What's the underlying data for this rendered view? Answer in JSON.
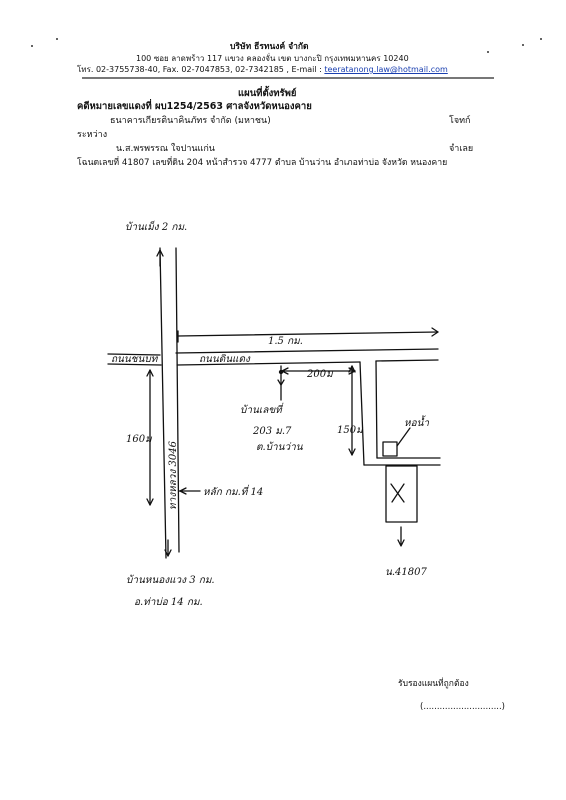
{
  "company": {
    "name": "บริษัท ธีรทนงค์ จำกัด",
    "address": "100 ซอย ลาดพร้าว 117 แขวง คลองจั่น เขต บางกะปิ กรุงเทพมหานคร 10240",
    "contact_prefix": "โทร. 02-3755738-40, Fax. 02-7047853, 02-7342185 , E-mail :",
    "email": "teeratanong.law@hotmail.com"
  },
  "doc": {
    "title": "แผนที่ตั้งทรัพย์",
    "case_line": "คดีหมายเลขแดงที่ ผบ1254/2563 ศาลจังหวัดหนองคาย",
    "plaintiff": "ธนาคารเกียรตินาคินภัทร จำกัด (มหาชน)",
    "plaintiff_role": "โจทก์",
    "between": "ระหว่าง",
    "defendant": "น.ส.พรพรรณ ใจปานแก่น",
    "defendant_role": "จำเลย",
    "deed_line": "โฉนดเลขที่ 41807 เลขที่ดิน 204 หน้าสำรวจ 4777 ตำบล บ้านว่าน อำเภอท่าบ่อ จังหวัด หนองคาย"
  },
  "map": {
    "north_label": "บ้านเม็ง 2 กม.",
    "dist_15km": "1.5 กม.",
    "left_road": "ถนนชนบท",
    "main_road": "ถนนดินแดง",
    "dist_200m": "200ม",
    "village_head": "บ้านเลขที่",
    "village_no": "203 ม.7",
    "village_name": "ต.บ้านว่าน",
    "dist_150m": "150ม",
    "water_tower": "หอน้ำ",
    "dist_160m": "160ม",
    "highway": "ทางหลวง 3046",
    "km_marker": "หลัก กม.ที่ 14",
    "south_label_1": "บ้านหนองแวง 3 กม.",
    "south_label_2": "อ.ท่าบ่อ 14 กม.",
    "parcel_label": "น.41807"
  },
  "footer": {
    "certify": "รับรองแผนที่ถูกต้อง",
    "signature": "(.............................)"
  }
}
